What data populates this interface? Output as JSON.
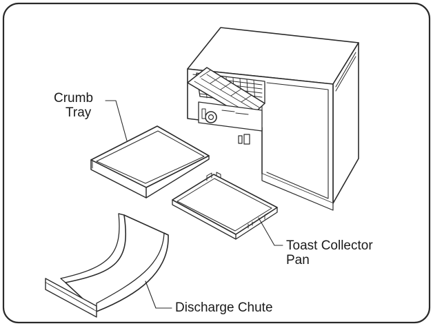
{
  "labels": {
    "crumb_tray_line1": "Crumb",
    "crumb_tray_line2": "Tray",
    "toast_collector_line1": "Toast Collector",
    "toast_collector_line2": "Pan",
    "discharge_chute": "Discharge Chute"
  },
  "colors": {
    "stroke": "#2a2a2a",
    "background": "#ffffff"
  }
}
